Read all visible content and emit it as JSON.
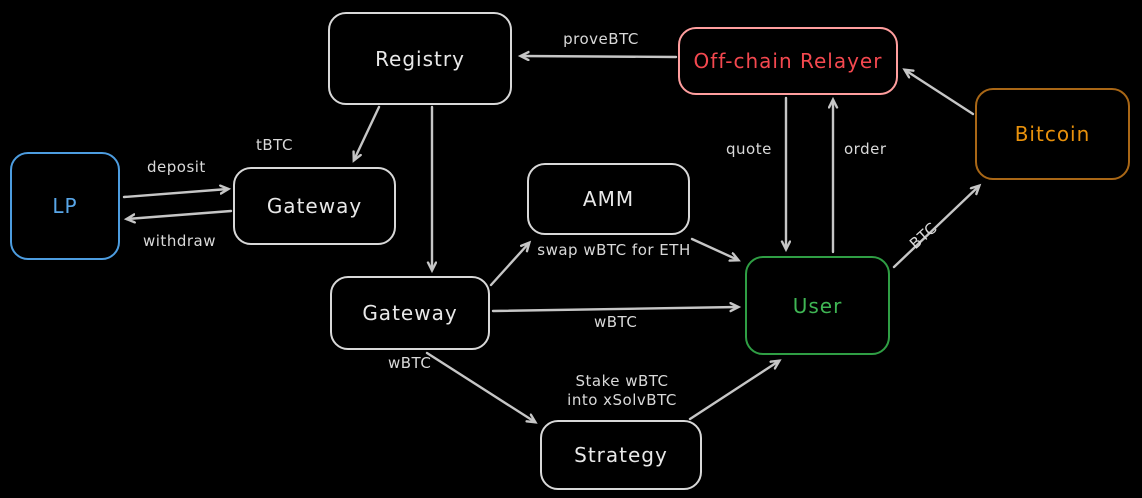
{
  "diagram": {
    "background_color": "#000000",
    "nodes": {
      "registry": {
        "label": "Registry",
        "color": "#e8e8e8"
      },
      "relayer": {
        "label": "Off-chain Relayer",
        "color": "#f4484f",
        "border_color": "#ff9e9e"
      },
      "bitcoin": {
        "label": "Bitcoin",
        "color": "#e8910c",
        "border_color": "#a96716"
      },
      "lp": {
        "label": "LP",
        "color": "#58a6e8",
        "border_color": "#4d9de0"
      },
      "gateway1": {
        "label": "Gateway",
        "color": "#e8e8e8"
      },
      "amm": {
        "label": "AMM",
        "color": "#e8e8e8"
      },
      "gateway2": {
        "label": "Gateway",
        "color": "#e8e8e8"
      },
      "user": {
        "label": "User",
        "color": "#3fb554",
        "border_color": "#2f9e44"
      },
      "strategy": {
        "label": "Strategy",
        "color": "#e8e8e8"
      }
    },
    "edge_labels": {
      "provebtc": "proveBTC",
      "deposit": "deposit",
      "tbtc": "tBTC",
      "withdraw": "withdraw",
      "quote": "quote",
      "order": "order",
      "swap": "swap wBTC for ETH",
      "wbtc_to_user": "wBTC",
      "wbtc_to_strategy": "wBTC",
      "stake_line1": "Stake wBTC",
      "stake_line2": "into xSolvBTC",
      "btc": "BTC"
    }
  }
}
